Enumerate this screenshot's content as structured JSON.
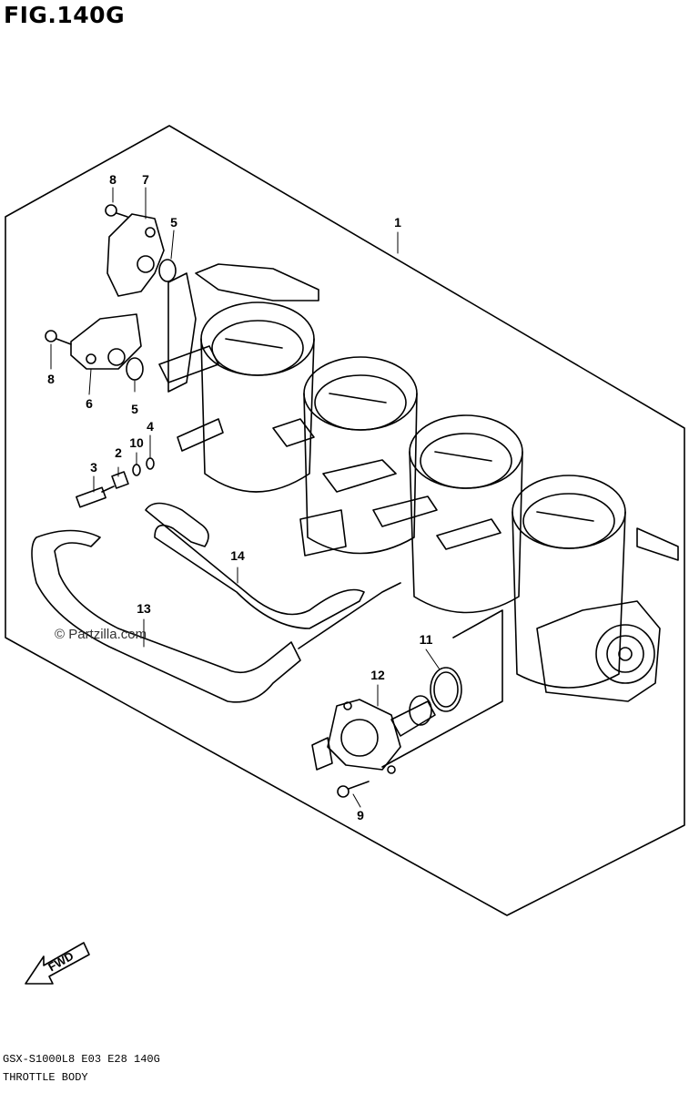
{
  "figure": {
    "title": "FIG.140G"
  },
  "callouts": {
    "c1": "1",
    "c2": "2",
    "c3": "3",
    "c4": "4",
    "c5a": "5",
    "c5b": "5",
    "c6": "6",
    "c7": "7",
    "c8a": "8",
    "c8b": "8",
    "c9": "9",
    "c10": "10",
    "c11": "11",
    "c12": "12",
    "c13": "13",
    "c14": "14"
  },
  "watermark": "© Partzilla.com",
  "fwd_label": "FWD",
  "footer": {
    "code": "GSX-S1000L8  E03  E28  140G",
    "name": "THROTTLE BODY"
  }
}
